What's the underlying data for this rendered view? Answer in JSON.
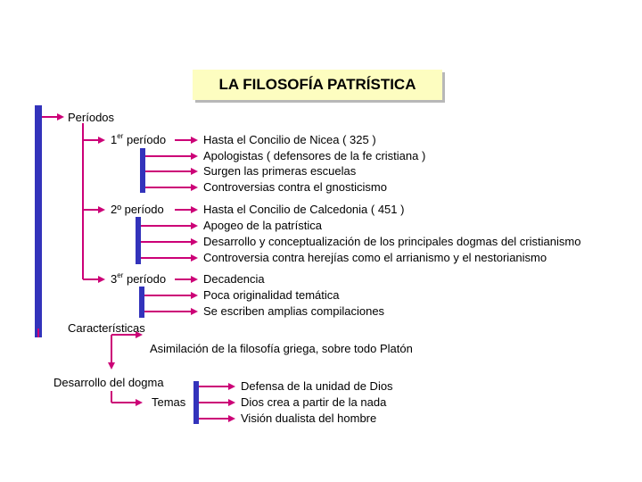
{
  "title": "LA FILOSOFÍA PATRÍSTICA",
  "periodos": {
    "label": "Períodos",
    "p1": {
      "label_num": "1",
      "label_sup": "er",
      "label_rest": " período",
      "items": [
        "Hasta el Concilio de Nicea ( 325 )",
        "Apologistas ( defensores de la fe cristiana )",
        "Surgen las primeras escuelas",
        "Controversias contra el gnosticismo"
      ]
    },
    "p2": {
      "label": "2º período",
      "items": [
        "Hasta el Concilio de Calcedonia ( 451 )",
        "Apogeo de la patrística",
        "Desarrollo y conceptualización de los principales dogmas del cristianismo",
        "Controversia contra herejías como el arrianismo y el nestorianismo"
      ]
    },
    "p3": {
      "label_num": "3",
      "label_sup": "er",
      "label_rest": " período",
      "items": [
        "Decadencia",
        "Poca originalidad temática",
        "Se escriben amplias compilaciones"
      ]
    }
  },
  "caracteristicas": {
    "label": "Características",
    "asimilacion": "Asimilación de la filosofía griega, sobre todo Platón",
    "dogma": "Desarrollo del dogma",
    "temas": "Temas",
    "temas_items": [
      "Defensa de la unidad de Dios",
      "Dios crea a partir de la nada",
      "Visión dualista del hombre"
    ]
  },
  "colors": {
    "bar": "#3333bb",
    "arrow": "#cc0077",
    "title_bg": "#fdfdc0"
  }
}
